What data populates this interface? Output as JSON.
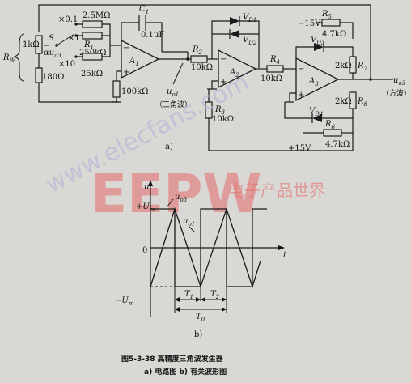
{
  "circuit": {
    "rw": "R",
    "rw_sub": "W",
    "r1k": "1kΩ",
    "r180": "180Ω",
    "switch_label": "S",
    "alpha_uo3": "αu",
    "alpha_sub": "o3",
    "x01": "×0.1",
    "x1": "×1",
    "x10": "×10",
    "r_25m": "2.5MΩ",
    "r1": "R",
    "r1_sub": "1",
    "r_250k": "250kΩ",
    "r_25k": "25kΩ",
    "c1": "C",
    "c1_sub": "1",
    "c1_val": "0.1μF",
    "a1": "A",
    "a1_sub": "1",
    "r_100k": "100kΩ",
    "uo1": "u",
    "uo1_sub": "o1",
    "uo1_note": "（三角波）",
    "r2": "R",
    "r2_sub": "2",
    "r2_val": "10kΩ",
    "vd1": "V",
    "vd1_sub": "D1",
    "vd2": "V",
    "vd2_sub": "D2",
    "a2": "A",
    "a2_sub": "2",
    "r3": "R",
    "r3_sub": "3",
    "r3_val": "10kΩ",
    "r4": "R",
    "r4_sub": "4",
    "r4_val": "10kΩ",
    "neg15": "−15V",
    "pos15": "+15V",
    "r5a": "R",
    "r5a_sub": "5",
    "r5a_val": "4.7kΩ",
    "r5b": "R",
    "r5b_sub": "6",
    "r5b_val": "4.7kΩ",
    "vd3": "V",
    "vd3_sub": "D3",
    "vd4": "V",
    "vd4_sub": "D4",
    "a3": "A",
    "a3_sub": "3",
    "r7": "R",
    "r7_sub": "7",
    "r7_val": "2kΩ",
    "r8": "R",
    "r8_sub": "8",
    "r8_val": "2kΩ",
    "uo3": "u",
    "uo3_sub": "o3",
    "uo3_note": "（方波）",
    "label_a": "a)"
  },
  "waveform": {
    "u_axis": "u",
    "t_axis": "t",
    "uo3": "u",
    "uo3_sub": "o3",
    "uo1": "u",
    "uo1_sub": "o1",
    "pos_um": "+U",
    "pos_um_sub": "m",
    "neg_um": "−U",
    "neg_um_sub": "m",
    "origin": "0",
    "t1": "T",
    "t1_sub": "1",
    "t2": "T",
    "t2_sub": "2",
    "t0": "T",
    "t0_sub": "0",
    "label_b": "b)"
  },
  "caption": {
    "title": "图5-3-38   高精度三角波发生器",
    "subtitle": "a) 电路图    b) 有关波形图"
  },
  "watermark": {
    "brand": "EEPW",
    "brand_cn": "电子产品世界",
    "url": "www.elecfans.com"
  }
}
